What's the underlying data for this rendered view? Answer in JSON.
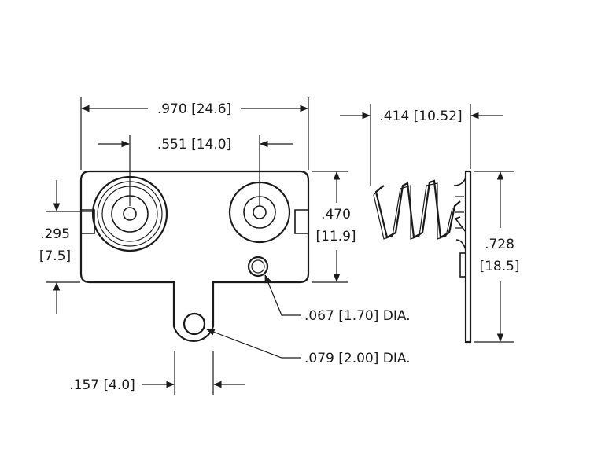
{
  "dimensions": {
    "overall_width": ".970 [24.6]",
    "spacing": ".551 [14.0]",
    "height_in": ".470",
    "height_mm": "[11.9]",
    "offset_in": ".295",
    "offset_mm": "[7.5]",
    "small_hole": ".067 [1.70] DIA.",
    "tab_hole": ".079 [2.00] DIA.",
    "tab_width": ".157 [4.0]",
    "spring_depth": ".414 [10.52]",
    "side_height_in": ".728",
    "side_height_mm": "[18.5]"
  }
}
